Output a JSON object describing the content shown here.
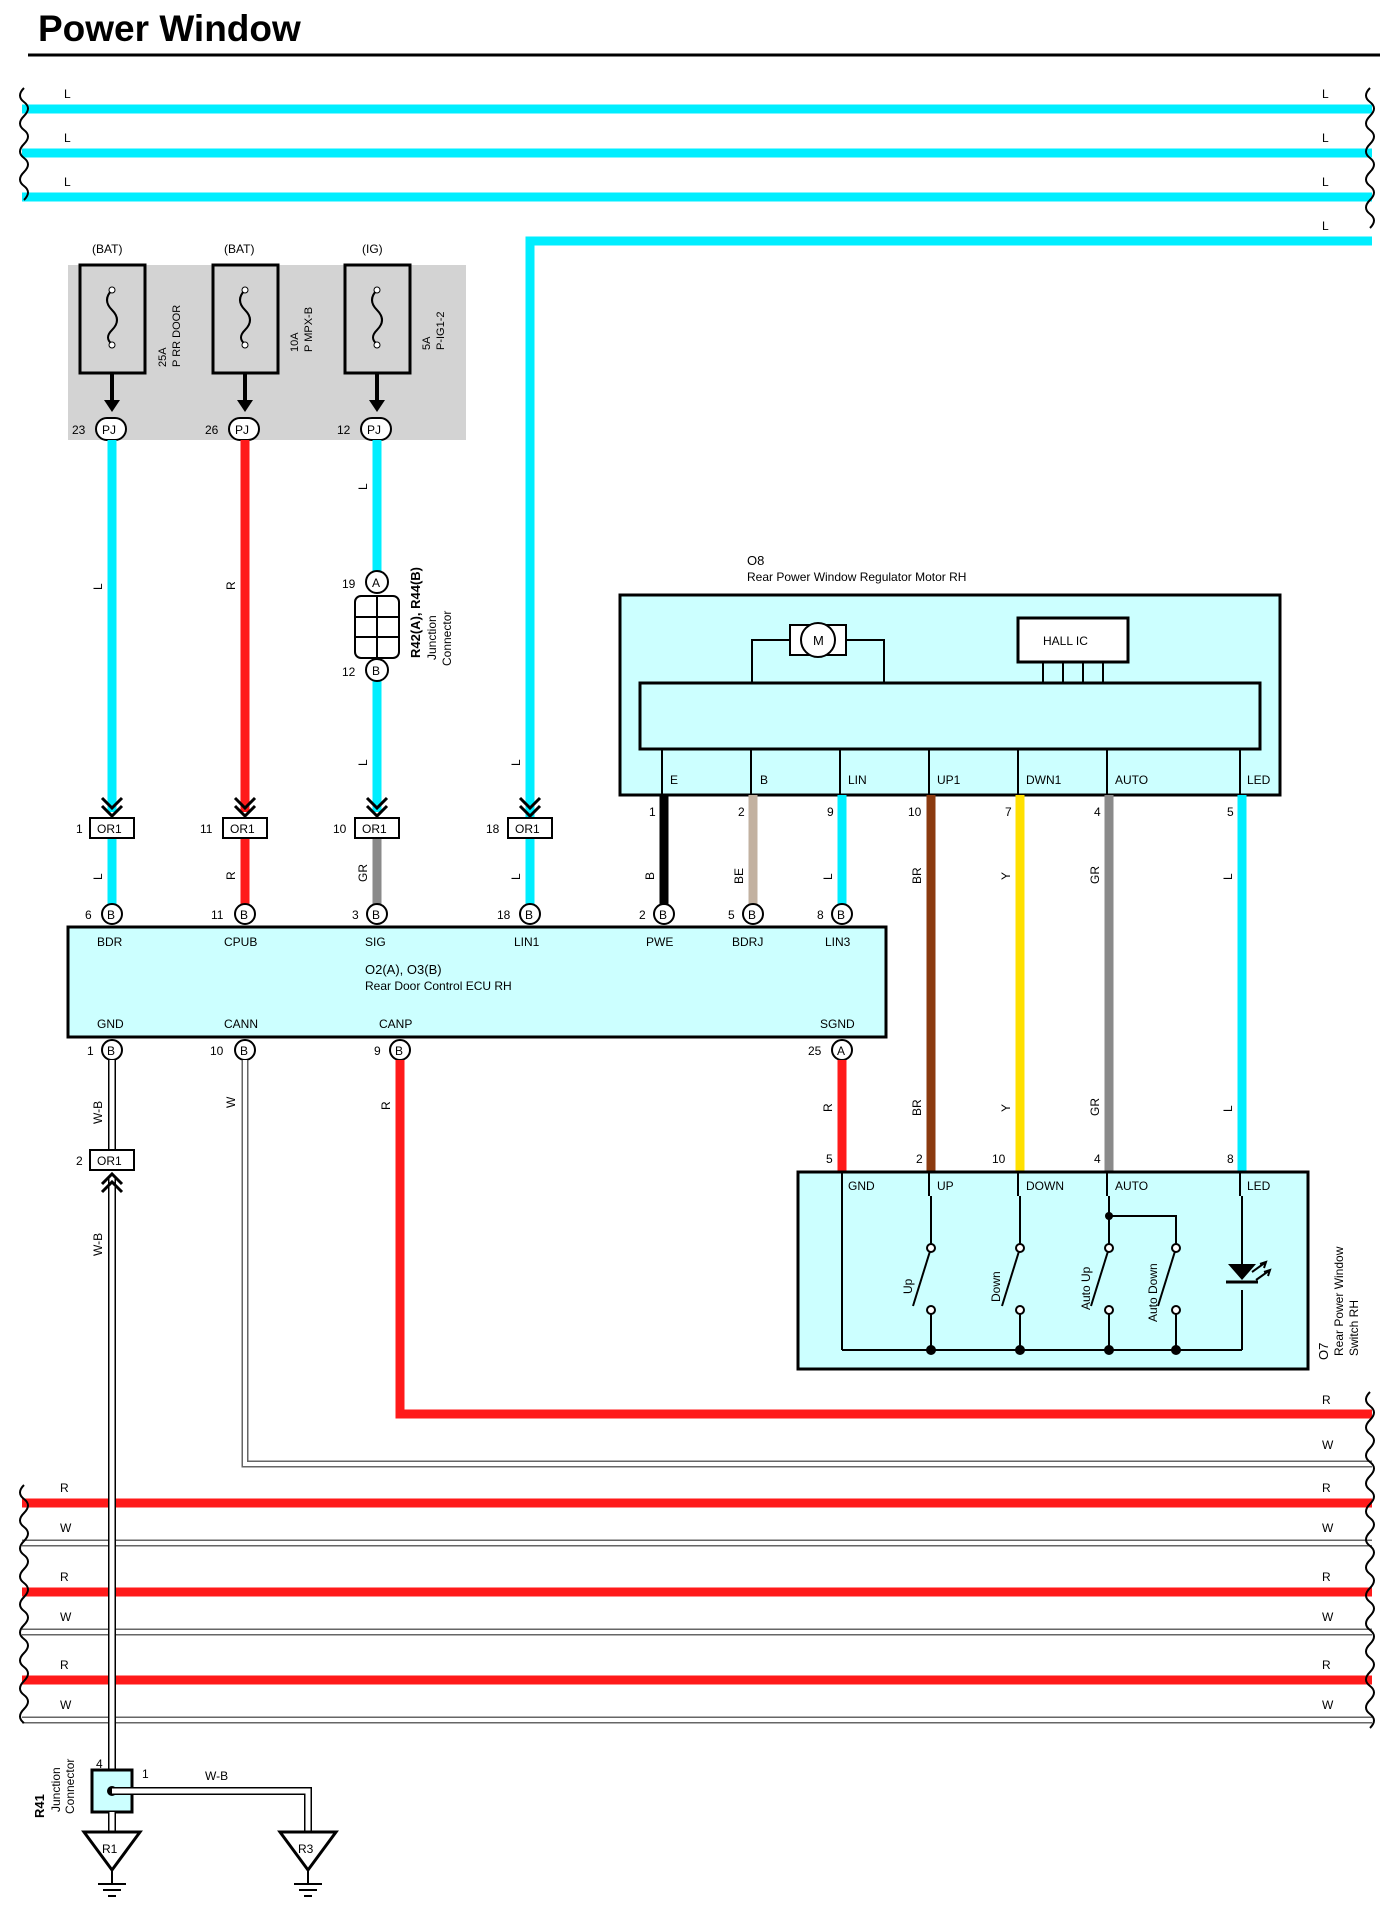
{
  "title": "Power Window",
  "colors": {
    "L": "#00eeff",
    "R": "#ff1a1a",
    "B": "#000000",
    "BE": "#c2b1a0",
    "BR": "#8b3a0f",
    "Y": "#ffe000",
    "GR": "#8a8a8a",
    "W": "#ffffff",
    "box_fill": "#ccffff",
    "fuse_block": "#d3d3d3"
  },
  "fuses": [
    {
      "source": "(BAT)",
      "rating": "25A",
      "name": "P RR DOOR",
      "pin": "23",
      "conn": "PJ"
    },
    {
      "source": "(BAT)",
      "rating": "10A",
      "name": "P MPX-B",
      "pin": "26",
      "conn": "PJ"
    },
    {
      "source": "(IG)",
      "rating": "5A",
      "name": "P-IG1-2",
      "pin": "12",
      "conn": "PJ"
    }
  ],
  "junction_r42": {
    "name": "R42(A), R44(B)",
    "desc1": "Junction",
    "desc2": "Connector",
    "pin_a": "19",
    "conn_a": "A",
    "pin_b": "12",
    "conn_b": "B"
  },
  "or1_connectors": [
    {
      "pin": "1",
      "label": "OR1"
    },
    {
      "pin": "11",
      "label": "OR1"
    },
    {
      "pin": "10",
      "label": "OR1"
    },
    {
      "pin": "18",
      "label": "OR1"
    },
    {
      "pin": "2",
      "label": "OR1"
    }
  ],
  "motor": {
    "id": "O8",
    "name": "Rear Power Window Regulator Motor RH",
    "motor_symbol": "M",
    "hall": "HALL IC",
    "terminals": [
      "E",
      "B",
      "LIN",
      "UP1",
      "DWN1",
      "AUTO",
      "LED"
    ],
    "pins": [
      "1",
      "2",
      "9",
      "10",
      "7",
      "4",
      "5"
    ]
  },
  "ecu": {
    "id": "O2(A), O3(B)",
    "name": "Rear Door Control ECU RH",
    "top_terminals": [
      "BDR",
      "CPUB",
      "SIG",
      "LIN1",
      "PWE",
      "BDRJ",
      "LIN3"
    ],
    "top_pins": [
      "6",
      "11",
      "3",
      "18",
      "2",
      "5",
      "8"
    ],
    "top_conn": [
      "B",
      "B",
      "B",
      "B",
      "B",
      "B",
      "B"
    ],
    "bottom_terminals": [
      "GND",
      "CANN",
      "CANP",
      "SGND"
    ],
    "bottom_pins": [
      "1",
      "10",
      "9",
      "25"
    ],
    "bottom_conn": [
      "B",
      "B",
      "B",
      "A"
    ]
  },
  "switch": {
    "id": "O7",
    "name1": "Rear Power Window",
    "name2": "Switch RH",
    "terminals": [
      "GND",
      "UP",
      "DOWN",
      "AUTO",
      "LED"
    ],
    "pins": [
      "5",
      "2",
      "10",
      "4",
      "8"
    ],
    "contacts": [
      "Up",
      "Down",
      "Auto Up",
      "Auto Down"
    ]
  },
  "wire_labels": {
    "L": "L",
    "R": "R",
    "GR": "GR",
    "B": "B",
    "BE": "BE",
    "BR": "BR",
    "Y": "Y",
    "W": "W",
    "WB": "W-B"
  },
  "junction_r41": {
    "id": "R41",
    "desc1": "Junction",
    "desc2": "Connector",
    "pin_top": "4",
    "pin_right": "1",
    "wire": "W-B"
  },
  "grounds": [
    "R1",
    "R3"
  ]
}
